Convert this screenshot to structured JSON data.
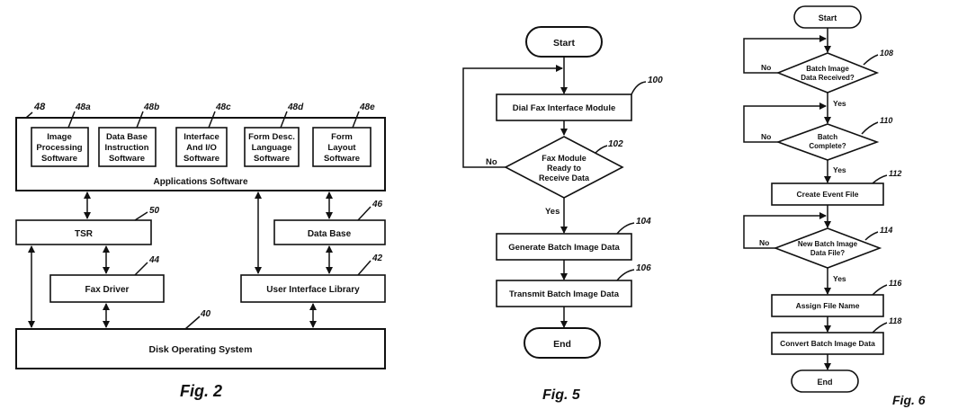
{
  "fig2": {
    "caption": "Fig. 2",
    "apps": {
      "ref": "48",
      "label": "Applications Software",
      "modules": [
        {
          "ref": "48a",
          "lines": [
            "Image",
            "Processing",
            "Software"
          ]
        },
        {
          "ref": "48b",
          "lines": [
            "Data Base",
            "Instruction",
            "Software"
          ]
        },
        {
          "ref": "48c",
          "lines": [
            "Interface",
            "And I/O",
            "Software"
          ]
        },
        {
          "ref": "48d",
          "lines": [
            "Form Desc.",
            "Language",
            "Software"
          ]
        },
        {
          "ref": "48e",
          "lines": [
            "Form",
            "Layout",
            "Software"
          ]
        }
      ]
    },
    "tsr": {
      "label": "TSR",
      "ref": "50"
    },
    "database": {
      "label": "Data Base",
      "ref": "46"
    },
    "fax_driver": {
      "label": "Fax Driver",
      "ref": "44"
    },
    "ui_library": {
      "label": "User Interface Library",
      "ref": "42"
    },
    "dos": {
      "label": "Disk Operating System",
      "ref": "40"
    }
  },
  "fig5": {
    "caption": "Fig. 5",
    "start": "Start",
    "end": "End",
    "dial": {
      "label": "Dial Fax Interface Module",
      "ref": "100"
    },
    "decision": {
      "lines": [
        "Fax Module",
        "Ready to",
        "Receive Data"
      ],
      "ref": "102",
      "no": "No",
      "yes": "Yes"
    },
    "generate": {
      "label": "Generate Batch Image Data",
      "ref": "104"
    },
    "transmit": {
      "label": "Transmit Batch Image Data",
      "ref": "106"
    }
  },
  "fig6": {
    "caption": "Fig. 6",
    "start": "Start",
    "end": "End",
    "d1": {
      "lines": [
        "Batch Image",
        "Data Received?"
      ],
      "ref": "108",
      "no": "No",
      "yes": "Yes"
    },
    "d2": {
      "lines": [
        "Batch",
        "Complete?"
      ],
      "ref": "110",
      "no": "No",
      "yes": "Yes"
    },
    "create": {
      "label": "Create Event File",
      "ref": "112"
    },
    "d3": {
      "lines": [
        "New Batch Image",
        "Data File?"
      ],
      "ref": "114",
      "no": "No",
      "yes": "Yes"
    },
    "assign": {
      "label": "Assign File Name",
      "ref": "116"
    },
    "convert": {
      "label": "Convert Batch Image Data",
      "ref": "118"
    }
  }
}
